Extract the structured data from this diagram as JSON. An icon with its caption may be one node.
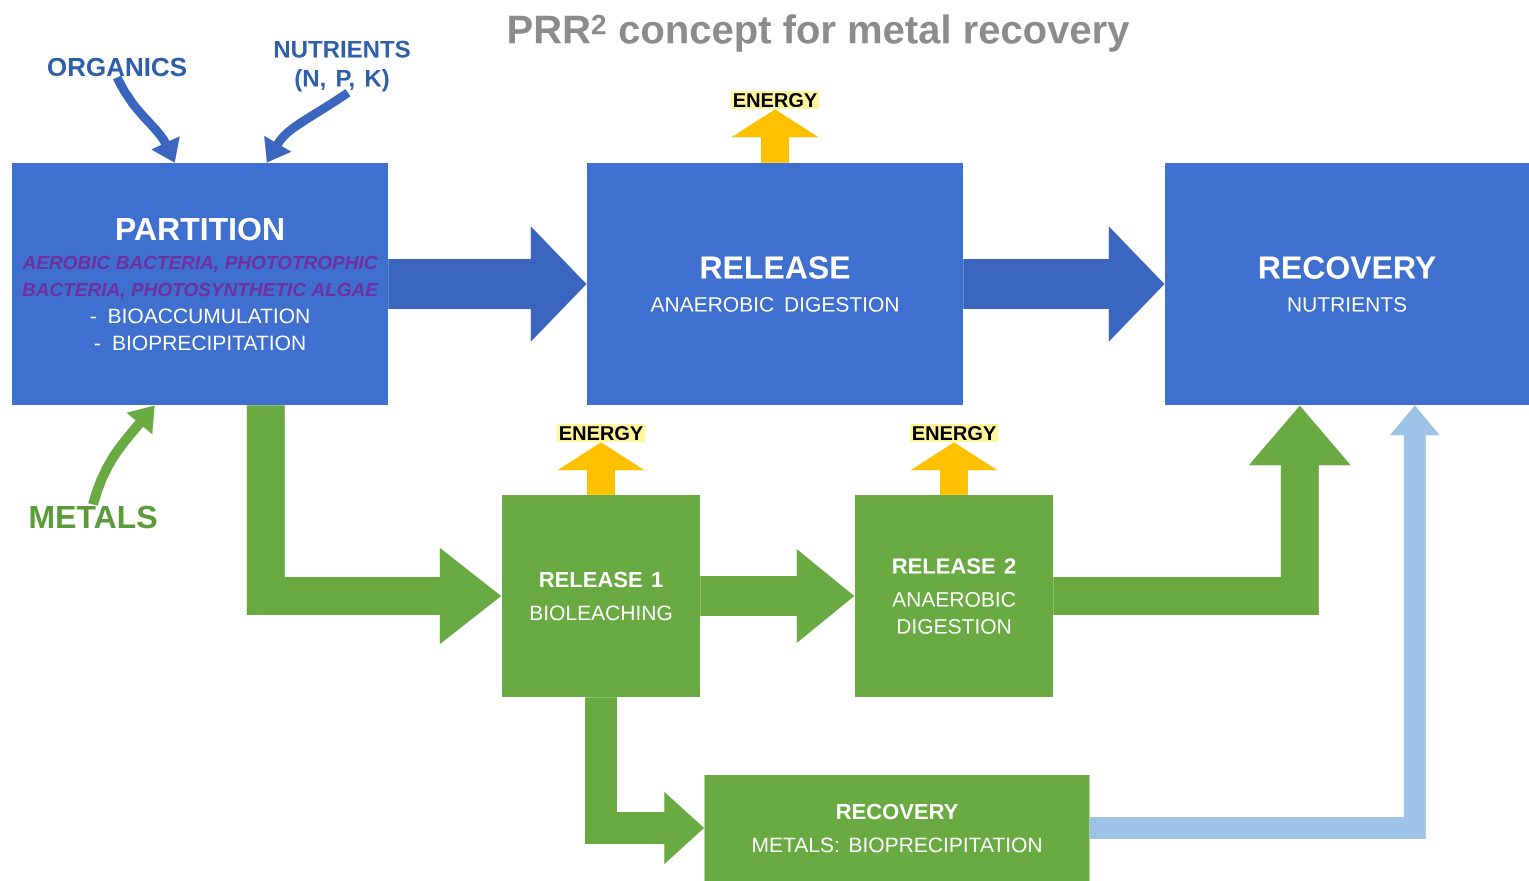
{
  "diagram": {
    "title": "PRR$^{2}$ concept for metal recovery",
    "nodes": [
      {
        "text": [
          "ORGANICS"
        ]
      },
      {
        "text": [
          "NUTRIENTS (N, P, K)"
        ]
      },
      {
        "text": [
          "ENERGY"
        ]
      },
      {
        "text": [
          "PARTITION",
          "AEROBIC BACTERIA, PHOTOTROPHIC BACTERIA, PHOTOSYNTHETIC ALGAE",
          "- BIOACCUMULATION",
          "- BIOPRECIPITATION"
        ]
      },
      {
        "text": [
          "RELEASE",
          "ANAEROBIC DIGESTION"
        ]
      },
      {
        "text": [
          "RECOVERY",
          "NUTRIENTS"
        ]
      },
      {
        "text": [
          "ENERGY"
        ]
      },
      {
        "text": [
          "ENERGY"
        ]
      },
      {
        "text": [
          "METALS"
        ]
      },
      {
        "text": [
          "RELEASE 1",
          "BIOLEACHING"
        ]
      },
      {
        "text": [
          "RELEASE 2",
          "ANAEROBIC DIGESTION"
        ]
      },
      {
        "text": [
          "RECOVERY",
          "METALS: BIOPRECIPITATION"
        ]
      }
    ],
    "edges": [
      {
        "from": 0,
        "to": 3,
        "arrow": "to",
        "color": "#3a66c0"
      },
      {
        "from": 1,
        "to": 3,
        "arrow": "to",
        "color": "#3a66c0"
      },
      {
        "from": 4,
        "to": 2,
        "arrow": "to",
        "color": "#ffc000"
      },
      {
        "from": 3,
        "to": 4,
        "arrow": "to",
        "color": "#3a66c0"
      },
      {
        "from": 4,
        "to": 5,
        "arrow": "to",
        "color": "#3a66c0"
      },
      {
        "from": 8,
        "to": 3,
        "arrow": "to",
        "color": "#6aaa42"
      },
      {
        "from": 3,
        "to": 9,
        "arrow": "to",
        "color": "#6aaa42"
      },
      {
        "from": 9,
        "to": 6,
        "arrow": "to",
        "color": "#ffc000"
      },
      {
        "from": 10,
        "to": 7,
        "arrow": "to",
        "color": "#ffc000"
      },
      {
        "from": 9,
        "to": 10,
        "arrow": "to",
        "color": "#6aaa42"
      },
      {
        "from": 10,
        "to": 5,
        "arrow": "to",
        "color": "#6aaa42"
      },
      {
        "from": 9,
        "to": 11,
        "arrow": "to",
        "color": "#6aaa42"
      },
      {
        "from": 11,
        "to": 5,
        "arrow": "to",
        "color": "#9dc3e6"
      }
    ]
  }
}
